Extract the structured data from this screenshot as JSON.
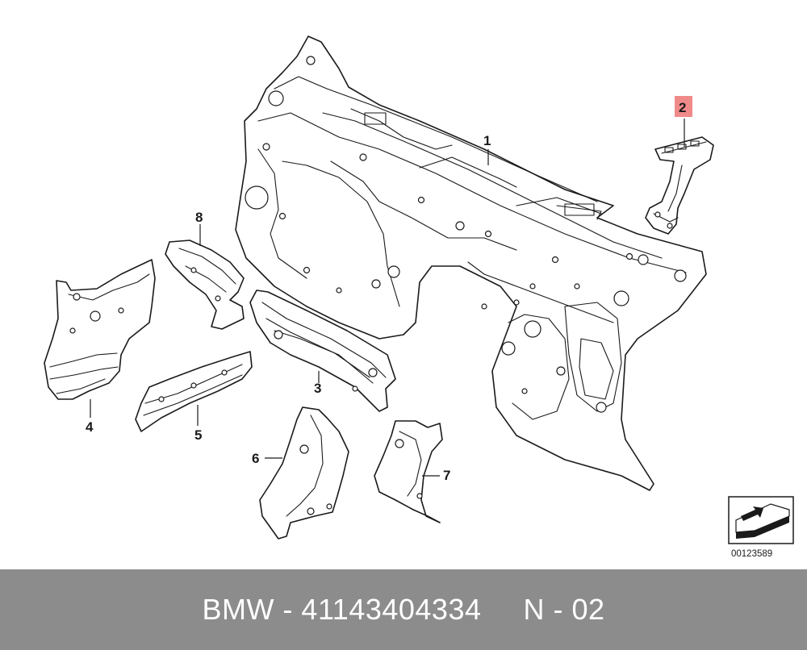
{
  "callouts": [
    {
      "id": "1",
      "label": "1",
      "highlighted": false
    },
    {
      "id": "2",
      "label": "2",
      "highlighted": true
    },
    {
      "id": "3",
      "label": "3",
      "highlighted": false
    },
    {
      "id": "4",
      "label": "4",
      "highlighted": false
    },
    {
      "id": "5",
      "label": "5",
      "highlighted": false
    },
    {
      "id": "6",
      "label": "6",
      "highlighted": false
    },
    {
      "id": "7",
      "label": "7",
      "highlighted": false
    },
    {
      "id": "8",
      "label": "8",
      "highlighted": false
    }
  ],
  "diagram_ref": "00123589",
  "highlight_color": "#f08a8a",
  "footer": {
    "part_label": "BMW - 41143404334",
    "variant": "N - 02",
    "background": "#8c8c8c"
  },
  "icons": [
    "arrow-direction-icon"
  ]
}
